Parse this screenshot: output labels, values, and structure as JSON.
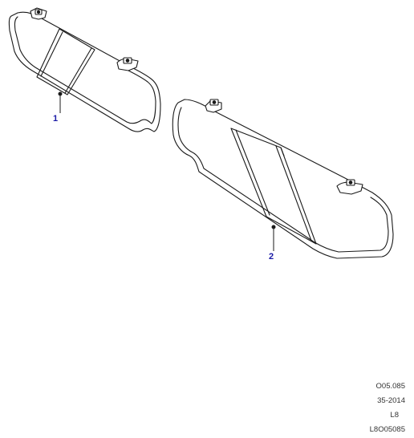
{
  "callouts": [
    {
      "label": "1"
    },
    {
      "label": "2"
    }
  ],
  "reference": {
    "illustration_code": "O05.085",
    "section_code": "35-2014",
    "model_code": "L8",
    "drawing_number": "L8O05085"
  },
  "colors": {
    "line": "#1a1a1a",
    "callout_label": "#1a1aa6",
    "reference_text": "#333333",
    "background": "#ffffff"
  },
  "icons": [
    "sun-visor-left",
    "sun-visor-right",
    "mounting-clip",
    "leader-line"
  ]
}
